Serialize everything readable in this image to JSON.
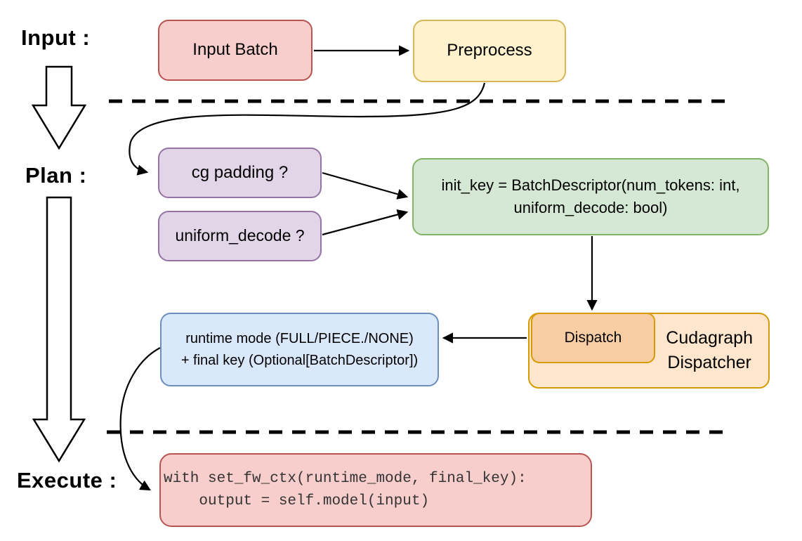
{
  "labels": {
    "input": "Input :",
    "plan": "Plan :",
    "execute": "Execute :"
  },
  "nodes": {
    "input_batch": {
      "label": "Input Batch"
    },
    "preprocess": {
      "label": "Preprocess"
    },
    "cg_padding": {
      "label": "cg padding ?"
    },
    "uniform_decode": {
      "label": "uniform_decode ?"
    },
    "init_key": {
      "label": "init_key = BatchDescriptor(num_tokens: int,\nuniform_decode: bool)"
    },
    "dispatch": {
      "label": "Dispatch"
    },
    "cudagraph_dispatcher": {
      "label": "Cudagraph\nDispatcher"
    },
    "runtime_mode": {
      "label": "runtime mode (FULL/PIECE./NONE)\n+ final key (Optional[BatchDescriptor])"
    },
    "execute_code": {
      "code": "with set_fw_ctx(runtime_mode, final_key):\n    output = self.model(input)"
    }
  },
  "colors": {
    "red_fill": "#f8cecc",
    "red_stroke": "#b85450",
    "yellow_fill": "#fff2cc",
    "yellow_stroke": "#d6b656",
    "purple_fill": "#e1d5e7",
    "purple_stroke": "#9673a6",
    "green_fill": "#d5e8d4",
    "green_stroke": "#82b366",
    "blue_fill": "#dae8fc",
    "blue_stroke": "#6c8ebf",
    "orange_fill": "#ffe6cc",
    "orange_inner_fill": "#f8cda4",
    "orange_stroke": "#d79b00",
    "line": "#000000",
    "background": "#ffffff"
  }
}
